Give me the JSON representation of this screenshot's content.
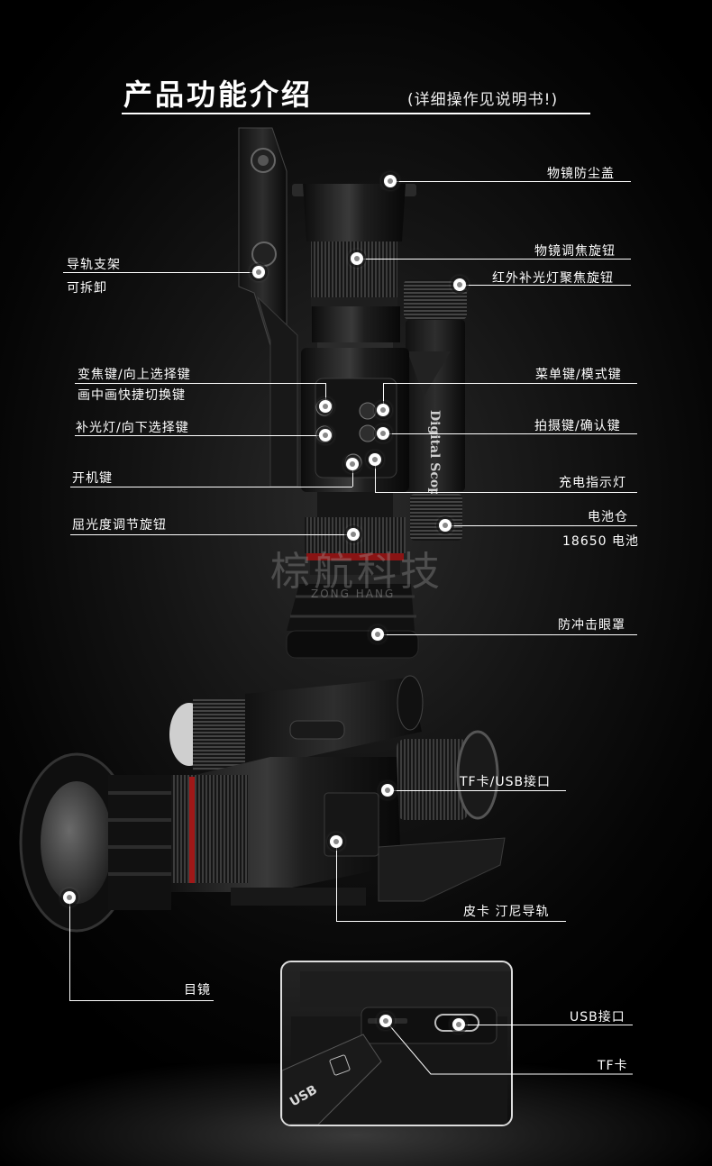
{
  "header": {
    "title": "产品功能介绍",
    "subtitle": "(详细操作见说明书!)"
  },
  "watermark": {
    "chinese": "棕航科技",
    "english": "ZONG HANG"
  },
  "device": {
    "brand_text": "Digital Scope",
    "usb_text": "USB"
  },
  "callouts": {
    "lens_cap": "物镜防尘盖",
    "lens_focus": "物镜调焦旋钮",
    "ir_focus": "红外补光灯聚焦旋钮",
    "rail_mount_1": "导轨支架",
    "rail_mount_2": "可拆卸",
    "zoom_key_1": "变焦键/向上选择键",
    "zoom_key_2": "画中画快捷切换键",
    "menu_key": "菜单键/模式键",
    "ir_key": "补光灯/向下选择键",
    "shoot_key": "拍摄键/确认键",
    "power_key": "开机键",
    "charge_led": "充电指示灯",
    "diopter": "屈光度调节旋钮",
    "battery_1": "电池仓",
    "battery_2": "18650 电池",
    "eye_guard": "防冲击眼罩",
    "tf_usb": "TF卡/USB接口",
    "picatinny": "皮卡 汀尼导轨",
    "eyepiece": "目镜",
    "usb_port": "USB接口",
    "tf_card": "TF卡"
  }
}
